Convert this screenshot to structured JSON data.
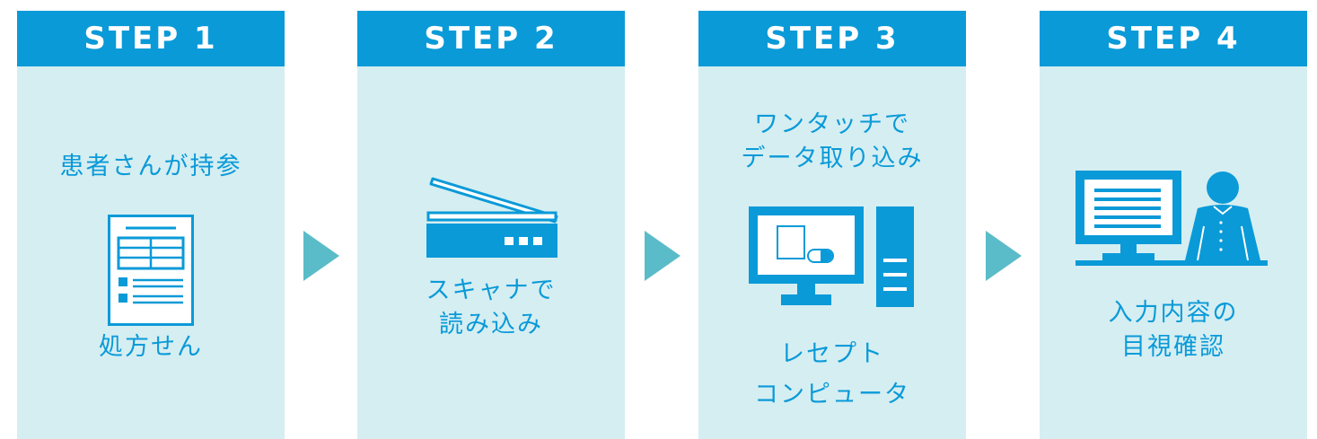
{
  "steps": [
    {
      "header": "STEP 1",
      "top_text": "患者さんが持参",
      "icon": "prescription-document-icon",
      "bottom_text": "処方せん"
    },
    {
      "header": "STEP 2",
      "icon": "scanner-icon",
      "text_line1": "スキャナで",
      "text_line2": "読み込み"
    },
    {
      "header": "STEP 3",
      "top_line1": "ワンタッチで",
      "top_line2": "データ取り込み",
      "icon": "desktop-computer-icon",
      "bottom_line1": "レセプト",
      "bottom_line2": "コンピュータ"
    },
    {
      "header": "STEP 4",
      "icon": "person-at-monitor-icon",
      "text_line1": "入力内容の",
      "text_line2": "目視確認"
    }
  ],
  "arrow_icon": "arrow-right-icon",
  "colors": {
    "accent": "#0a9ad8",
    "panel": "#d5eef2",
    "arrow": "#5bbcc9"
  }
}
